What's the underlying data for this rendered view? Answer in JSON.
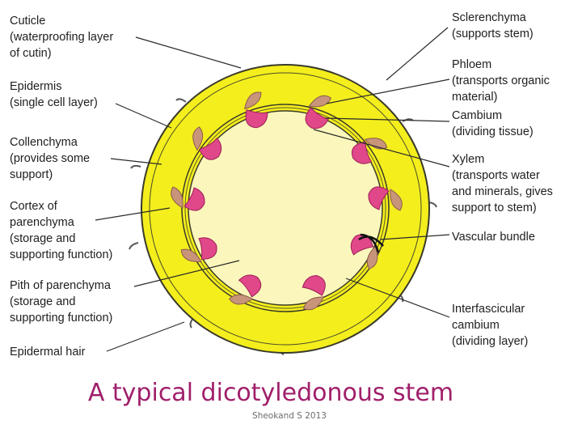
{
  "labels": {
    "cuticle": [
      "Cuticle",
      "(waterproofing layer",
      "of cutin)"
    ],
    "epidermis": [
      "Epidermis",
      "(single cell layer)"
    ],
    "collenchyma": [
      "Collenchyma",
      "(provides some",
      "support)"
    ],
    "cortex": [
      "Cortex of",
      "parenchyma",
      "(storage and",
      "supporting function)"
    ],
    "pith": [
      "Pith of parenchyma",
      "(storage and",
      "supporting function)"
    ],
    "hair": [
      "Epidermal hair"
    ],
    "sclerenchyma": [
      "Sclerenchyma",
      "(supports stem)"
    ],
    "phloem": [
      "Phloem",
      "(transports organic",
      "material)"
    ],
    "cambium": [
      "Cambium",
      "(dividing tissue)"
    ],
    "xylem": [
      "Xylem",
      "(transports water",
      "and minerals, gives",
      "support to stem)"
    ],
    "bundle": [
      "Vascular bundle"
    ],
    "interfascicular": [
      "Interfascicular",
      "cambium",
      "(dividing layer)"
    ]
  },
  "caption": "A typical dicotyledonous stem",
  "credit": "Sheokand S 2013",
  "colors": {
    "cortex": "#f4ee1c",
    "pith": "#fbf7bc",
    "outline": "#3a3a2a",
    "xylem": "#e0488a",
    "phloem": "#c9957a",
    "caption": "#a01f6a"
  }
}
